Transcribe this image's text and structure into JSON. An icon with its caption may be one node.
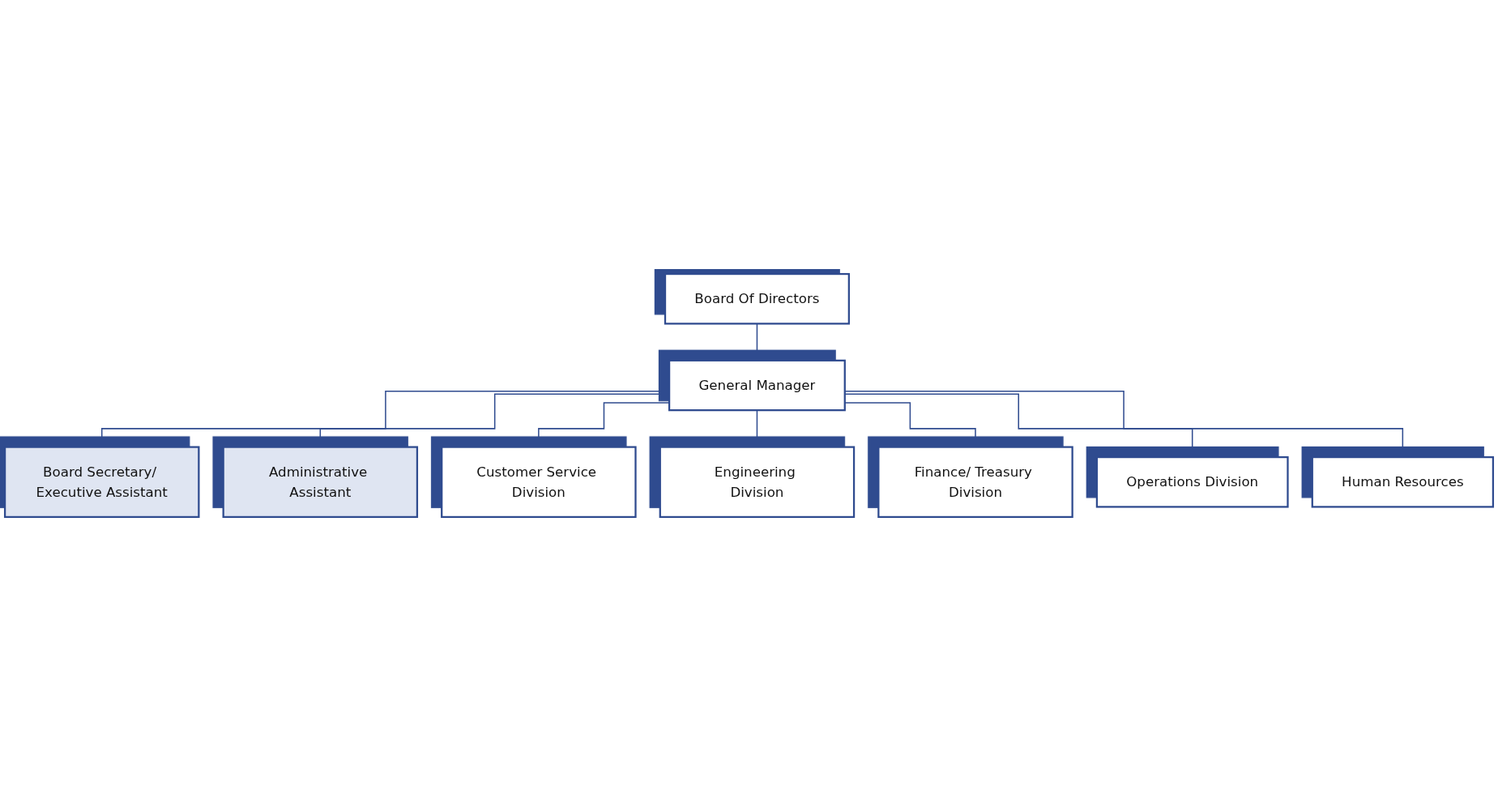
{
  "diagram": {
    "nodes": [
      {
        "text": [
          "Board Of Directors"
        ]
      },
      {
        "text": [
          "General Manager"
        ]
      },
      {
        "text": [
          "Board Secretary/ Executive Assistant"
        ]
      },
      {
        "text": [
          "Administrative Assistant"
        ]
      },
      {
        "text": [
          "Customer Service Division"
        ]
      },
      {
        "text": [
          "Engineering Division"
        ]
      },
      {
        "text": [
          "Finance/ Treasury Division"
        ]
      },
      {
        "text": [
          "Operations Division"
        ]
      },
      {
        "text": [
          "Human Resources"
        ]
      }
    ],
    "edges": [
      {
        "from": 0,
        "to": 1,
        "arrow": "none"
      },
      {
        "from": 1,
        "to": 2,
        "arrow": "none"
      },
      {
        "from": 1,
        "to": 3,
        "arrow": "none"
      },
      {
        "from": 1,
        "to": 4,
        "arrow": "none"
      },
      {
        "from": 1,
        "to": 5,
        "arrow": "none"
      },
      {
        "from": 1,
        "to": 6,
        "arrow": "none"
      },
      {
        "from": 1,
        "to": 7,
        "arrow": "none"
      },
      {
        "from": 1,
        "to": 8,
        "arrow": "none"
      }
    ]
  }
}
